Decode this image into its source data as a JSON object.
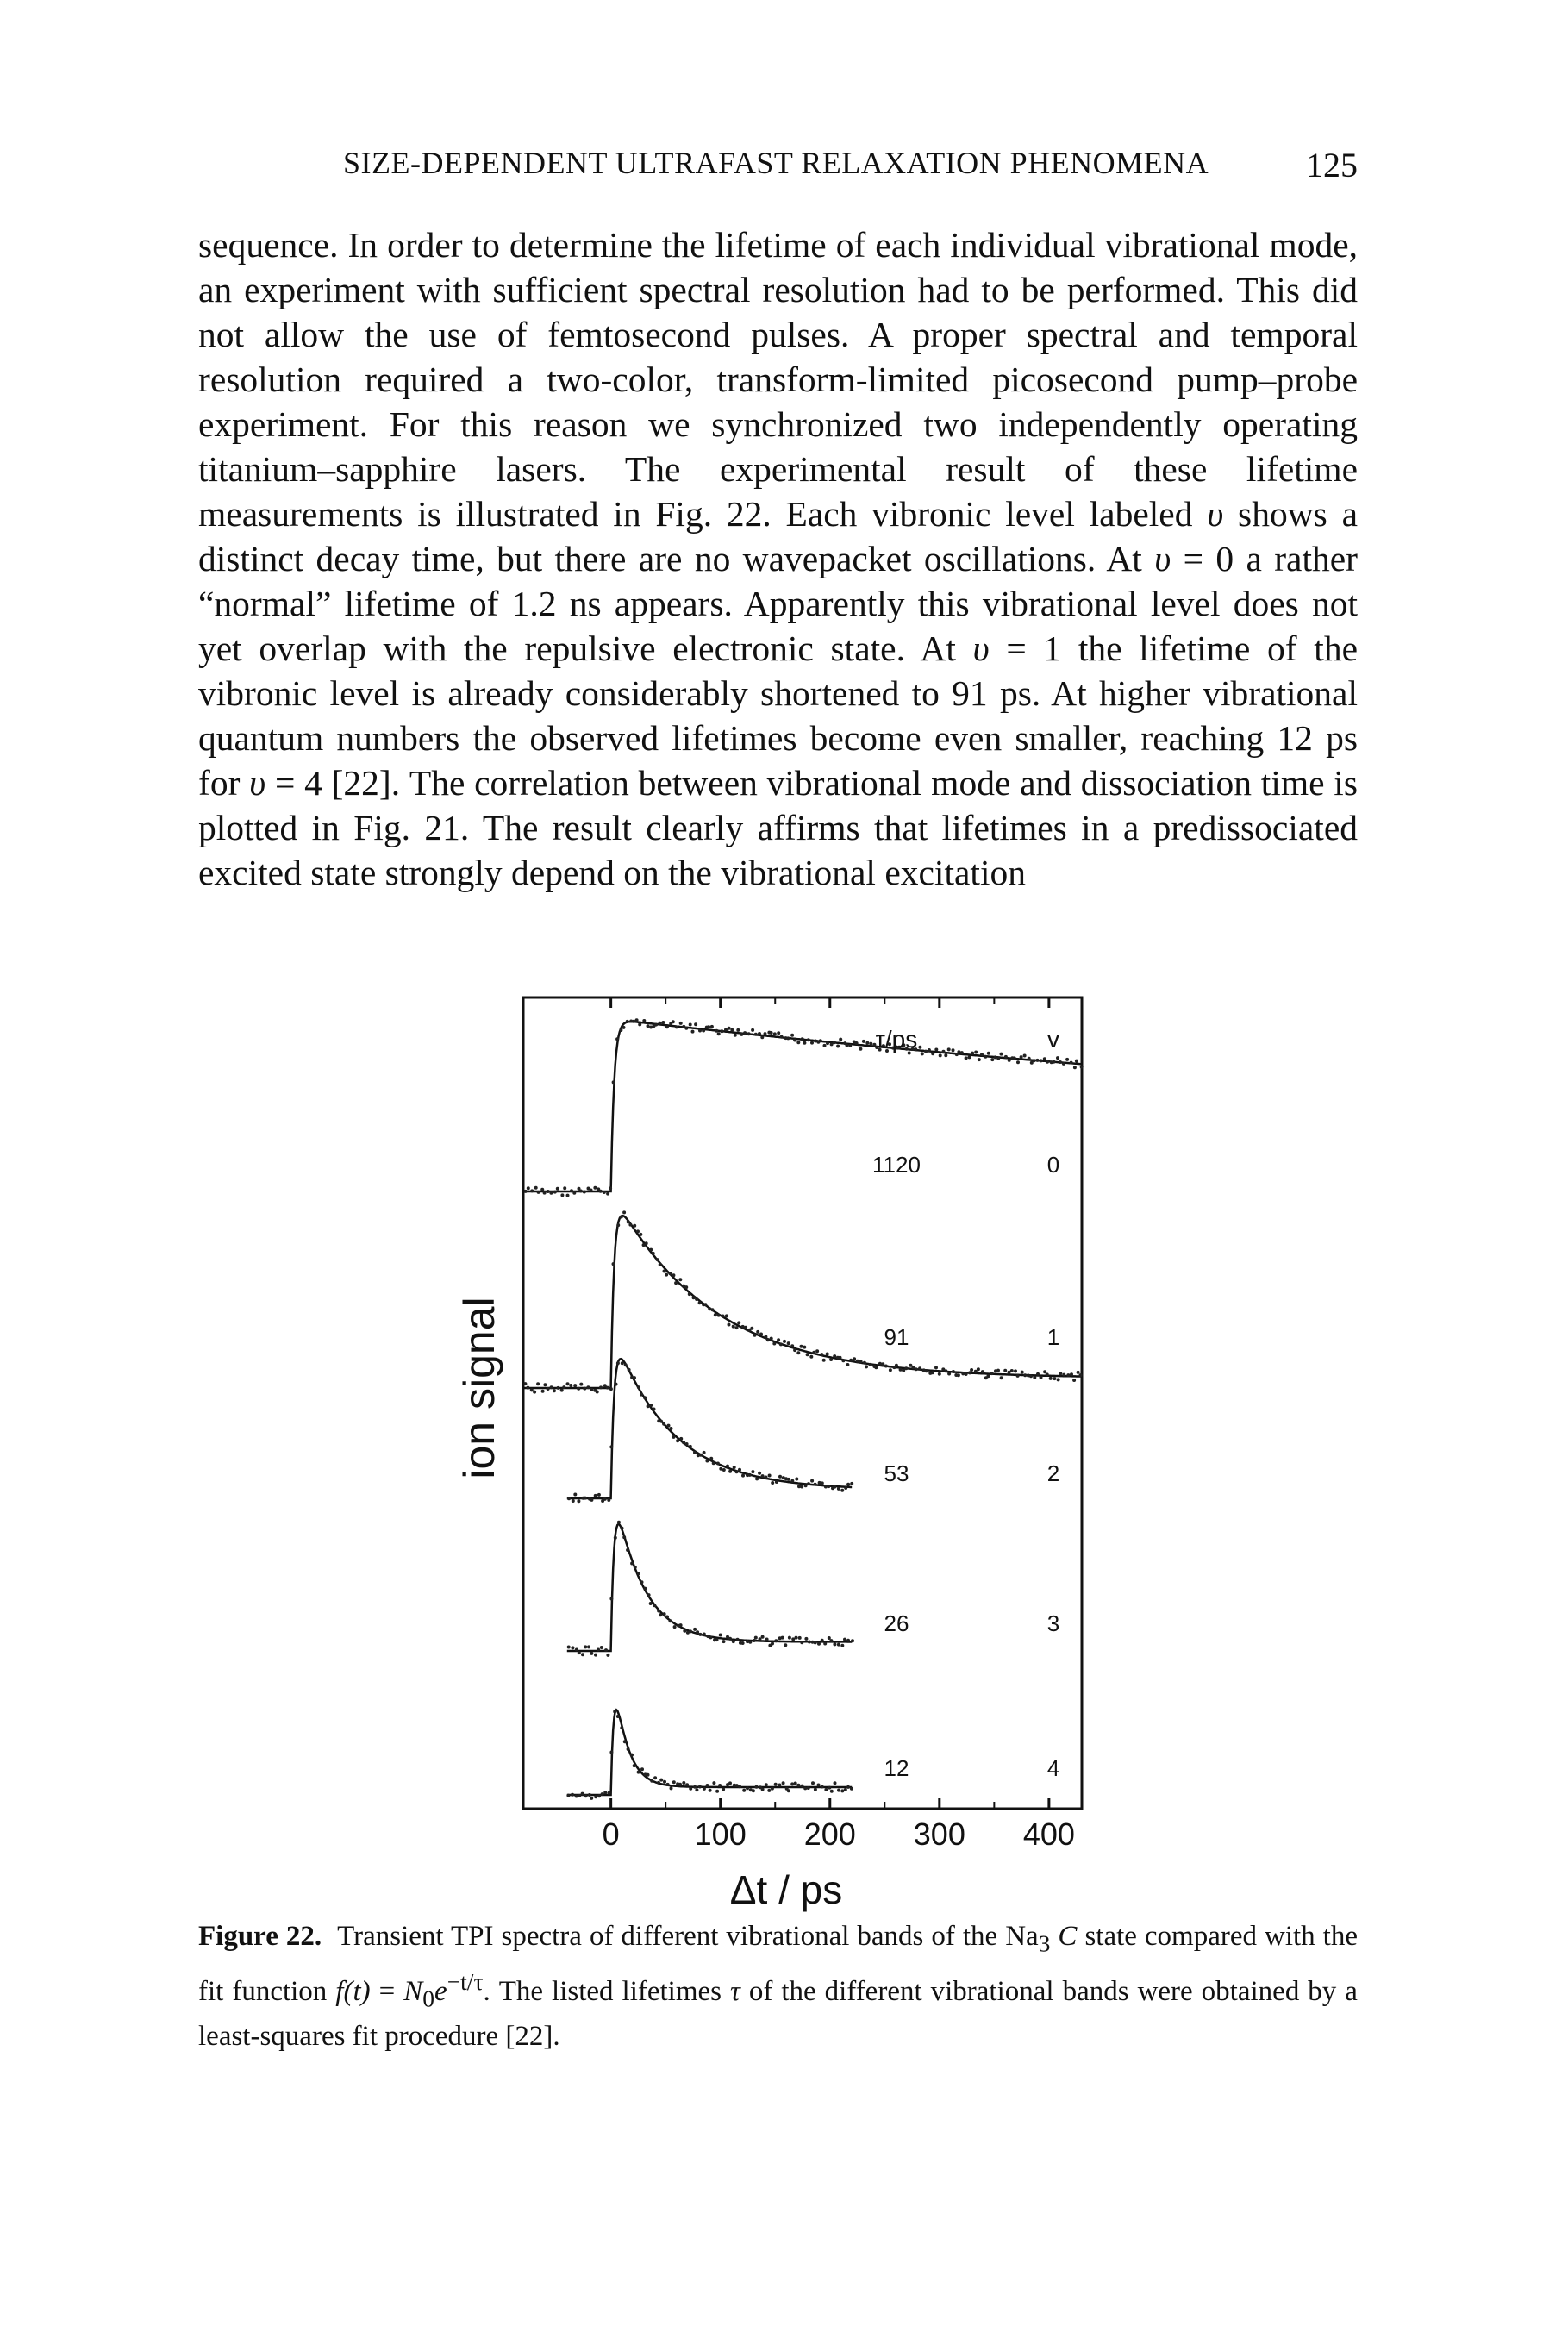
{
  "running_head": {
    "title": "SIZE-DEPENDENT ULTRAFAST RELAXATION PHENOMENA",
    "page_number": "125"
  },
  "body": {
    "p1_a": "sequence. In order to determine the lifetime of each individual vibrational mode, an experiment with sufficient spectral resolution had to be performed. This did not allow the use of femtosecond pulses. A proper spectral and temporal resolution required a two-color, transform-limited picosecond pump–probe experiment. For this reason we synchronized two independently operating titanium–sapphire lasers. The experimental result of these lifetime measurements is illustrated in Fig. 22. Each vibronic level labeled ",
    "v1": "υ",
    "p1_b": " shows a distinct decay time, but there are no wavepacket oscillations. At ",
    "v2": "υ",
    "p1_c": " = 0 a rather “normal” lifetime of 1.2 ns appears. Apparently this vibrational level does not yet overlap with the repulsive electronic state. At ",
    "v3": "υ",
    "p1_d": " = 1 the lifetime of the vibronic level is already considerably shortened to 91 ps. At higher vibrational quantum numbers the observed lifetimes become even smaller, reaching 12 ps for ",
    "v4": "υ",
    "p1_e": " = 4 [22]. The correlation between vibrational mode and dissociation time is plotted in Fig. 21. The result clearly affirms that lifetimes in a predissociated excited state strongly depend on the vibrational excitation"
  },
  "caption": {
    "label": "Figure 22.",
    "text_a": "Transient TPI spectra of different vibrational bands of the Na",
    "sub3": "3",
    "c_state": "C",
    "text_b": " state compared with the fit function ",
    "ft": "f(t)",
    "eq": " = ",
    "n0": "N",
    "n0_sub": "0",
    "e": "e",
    "exp": "−t/τ",
    "text_c": ". The listed lifetimes ",
    "tau": "τ",
    "text_d": " of the different vibrational bands were obtained by a least-squares fit procedure [22]."
  },
  "chart_data": {
    "type": "line",
    "title": "",
    "xlabel": "Δt / ps",
    "ylabel": "ion signal",
    "xlim": [
      -80,
      430
    ],
    "x_ticks": [
      0,
      100,
      200,
      300,
      400
    ],
    "grid": false,
    "column_headers": {
      "tau": "τ/ps",
      "v": "v"
    },
    "series": [
      {
        "tau_label": "1120",
        "v_label": "0",
        "tau": 1120,
        "v": 0,
        "t_start": -80,
        "t_end": 430,
        "amplitude": 1.0,
        "baseline": 0.18
      },
      {
        "tau_label": "91",
        "v_label": "1",
        "tau": 91,
        "v": 1,
        "t_start": -80,
        "t_end": 430,
        "amplitude": 1.0,
        "baseline": 0.05
      },
      {
        "tau_label": "53",
        "v_label": "2",
        "tau": 53,
        "v": 2,
        "t_start": -40,
        "t_end": 220,
        "amplitude": 1.0,
        "baseline": 0.05
      },
      {
        "tau_label": "26",
        "v_label": "3",
        "tau": 26,
        "v": 3,
        "t_start": -40,
        "t_end": 220,
        "amplitude": 1.0,
        "baseline": 0.05
      },
      {
        "tau_label": "12",
        "v_label": "4",
        "tau": 12,
        "v": 4,
        "t_start": -40,
        "t_end": 220,
        "amplitude": 1.0,
        "baseline": 0.05
      }
    ]
  }
}
